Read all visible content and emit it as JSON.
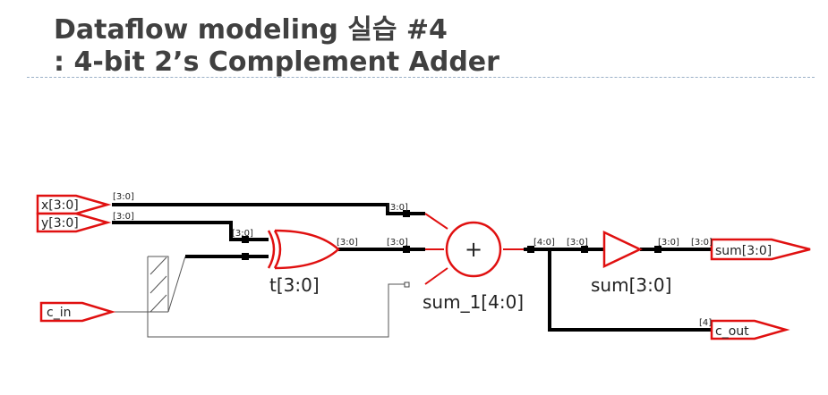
{
  "slide": {
    "title_line1": "Dataflow modeling 실습 #4",
    "title_line2": ": 4-bit 2’s Complement Adder"
  },
  "ports": {
    "x": "x[3:0]",
    "y": "y[3:0]",
    "c_in": "c_in",
    "sum": "sum[3:0]",
    "c_out": "c_out"
  },
  "cells": {
    "xor": "t[3:0]",
    "adder": "sum_1[4:0]",
    "adder_symbol": "+",
    "buffer": "sum[3:0]"
  },
  "bus_labels": {
    "x_out": "[3:0]",
    "y_out": "[3:0]",
    "x_to_adder": "[3:0]",
    "y_to_xor": "[3:0]",
    "xor_out": "[3:0]",
    "t_to_adder": "[3:0]",
    "adder_out": "[4:0]",
    "to_buffer": "[3:0]",
    "buffer_out": "[3:0]",
    "sum_in": "[3:0]",
    "c_out_in": "[4]"
  },
  "colors": {
    "title": "#404040",
    "highlight": "#e01010",
    "wire": "#000000",
    "divider": "#9bb0c8"
  }
}
